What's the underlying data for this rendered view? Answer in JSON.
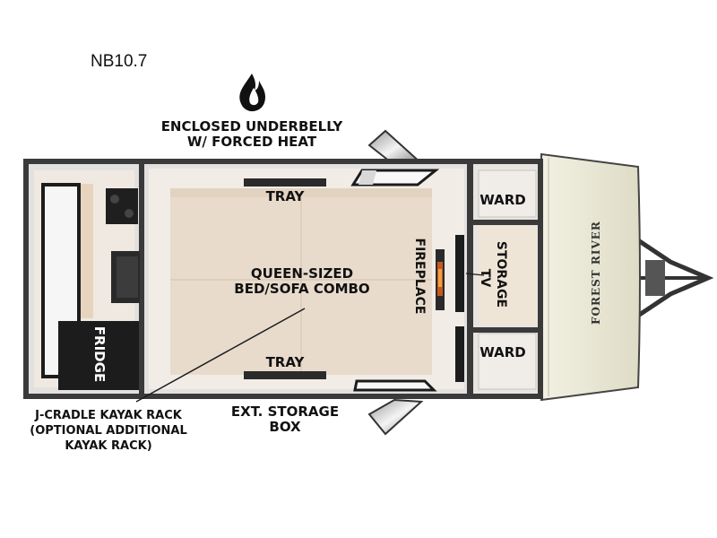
{
  "model": "NB10.7",
  "icons": {
    "heat": "flame-icon"
  },
  "labels": {
    "underbelly_line1": "ENCLOSED UNDERBELLY",
    "underbelly_line2": "W/ FORCED HEAT",
    "tray_top": "TRAY",
    "tray_bottom": "TRAY",
    "bed_line1": "QUEEN-SIZED",
    "bed_line2": "BED/SOFA COMBO",
    "fireplace": "FIREPLACE",
    "tv": "TV",
    "storage": "STORAGE",
    "ward_top": "WARD",
    "ward_bottom": "WARD",
    "fridge": "FRIDGE",
    "ext_storage_line1": "EXT. STORAGE",
    "ext_storage_line2": "BOX",
    "kayak_line1": "J-CRADLE KAYAK RACK",
    "kayak_line2": "(OPTIONAL ADDITIONAL",
    "kayak_line3": "KAYAK RACK)",
    "brand": "FOREST RIVER"
  },
  "colors": {
    "wall": "#3a3a3a",
    "floor": "#ede2d6",
    "bed": "#e9dccd",
    "cab": "#1c1c1c",
    "nose": "#ecebd9"
  }
}
